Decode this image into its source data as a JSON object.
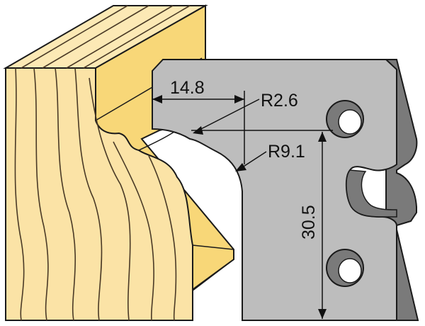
{
  "labels": {
    "width": "14.8",
    "radius_small": "R2.6",
    "radius_large": "R9.1",
    "height": "30.5"
  },
  "colors": {
    "wood_face": "#fbe3a6",
    "wood_top": "#fce9b5",
    "wood_profile": "#f8d778",
    "grain": "#4a3a26",
    "blade_face": "#bdbdbd",
    "blade_side": "#7a7a7a",
    "outline": "#1a1a1a"
  },
  "icons": [
    "wood-profile",
    "cutter-blade"
  ]
}
